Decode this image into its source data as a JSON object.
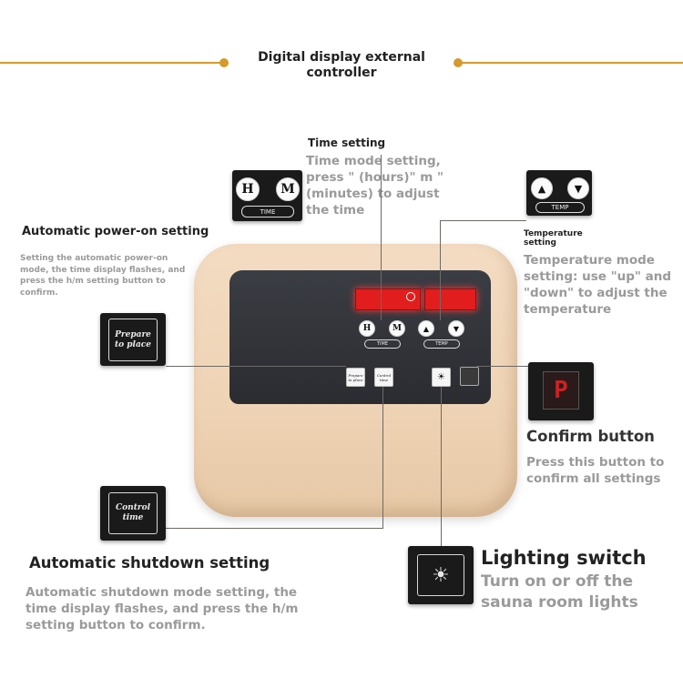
{
  "title": "Digital display external controller",
  "time_setting": {
    "label": "Time setting",
    "description": "Time mode setting, press \" (hours)\" m \" (minutes) to adjust the time",
    "h_button": "H",
    "m_button": "M",
    "tag": "TIME"
  },
  "temperature_setting": {
    "label": "Temperature setting",
    "description": "Temperature mode setting: use \"up\" and \"down\" to adjust the temperature",
    "tag": "TEMP"
  },
  "power_on_setting": {
    "label": "Automatic power-on setting",
    "description": "Setting the automatic power-on mode, the time display flashes, and press the h/m setting button to confirm.",
    "button_label": "Prepare to place"
  },
  "shutdown_setting": {
    "label": "Automatic shutdown setting",
    "description": "Automatic shutdown mode setting, the time display flashes, and press the h/m setting button to confirm.",
    "button_label": "Control time"
  },
  "confirm_button": {
    "label": "Confirm button",
    "description": "Press this button to confirm all settings"
  },
  "lighting_switch": {
    "label": "Lighting switch",
    "description": "Turn on or off the sauna room lights"
  },
  "colors": {
    "accent_line": "#d39a2c",
    "display_red": "#e21d1d",
    "device_body": "#efd4b6",
    "panel": "#2f3136"
  }
}
